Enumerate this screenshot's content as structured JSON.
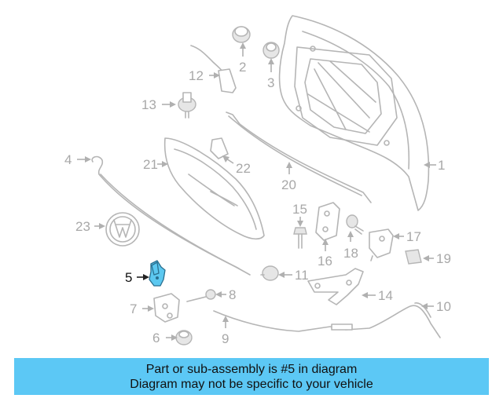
{
  "diagram": {
    "callouts": [
      "1",
      "2",
      "3",
      "4",
      "5",
      "6",
      "7",
      "8",
      "9",
      "10",
      "11",
      "12",
      "13",
      "14",
      "15",
      "16",
      "17",
      "18",
      "19",
      "20",
      "21",
      "22",
      "23"
    ],
    "highlighted_part": "5",
    "highlight_color": "#5cc8f0"
  },
  "banner": {
    "line1": "Part or sub-assembly is #5 in diagram",
    "line2": "Diagram may not be specific to your vehicle",
    "background": "#5cc8f5"
  }
}
